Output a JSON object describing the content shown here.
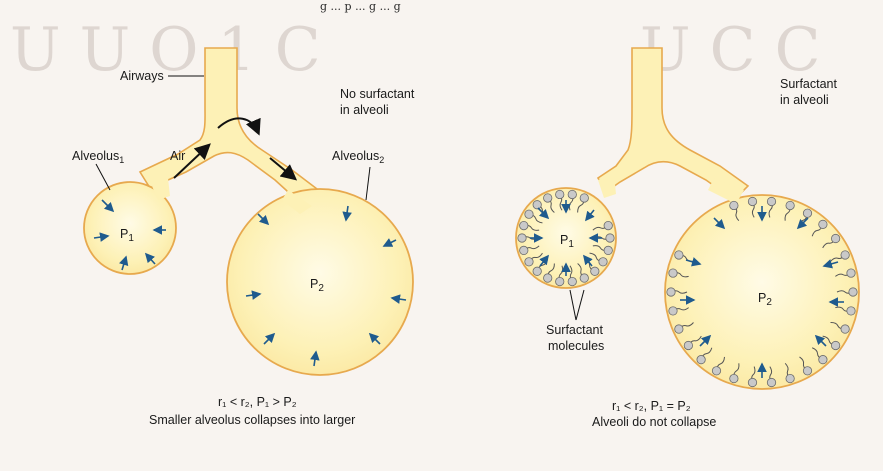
{
  "top_text": "g ... p ... g ... g",
  "left_panel": {
    "title_line1": "No surfactant",
    "title_line2": "in alveoli",
    "airways_label": "Airways",
    "air_label": "Air",
    "alveolus1_label": "Alveolus",
    "alveolus1_sub": "1",
    "alveolus2_label": "Alveolus",
    "alveolus2_sub": "2",
    "p1_label": "P",
    "p1_sub": "1",
    "p2_label": "P",
    "p2_sub": "2",
    "equation": "r₁ < r₂, P₁ > P₂",
    "caption": "Smaller alveolus collapses into larger"
  },
  "right_panel": {
    "title_line1": "Surfactant",
    "title_line2": "in alveoli",
    "p1_label": "P",
    "p1_sub": "1",
    "p2_label": "P",
    "p2_sub": "2",
    "surfactant_line1": "Surfactant",
    "surfactant_line2": "molecules",
    "equation": "r₁ < r₂, P₁ = P₂",
    "caption": "Alveoli do not collapse"
  },
  "colors": {
    "alveolus_fill": "#fdf1b6",
    "alveolus_outline": "#e7a94e",
    "arrow_blue": "#1f5b8e",
    "surfactant_head": "#c9c9c9"
  }
}
